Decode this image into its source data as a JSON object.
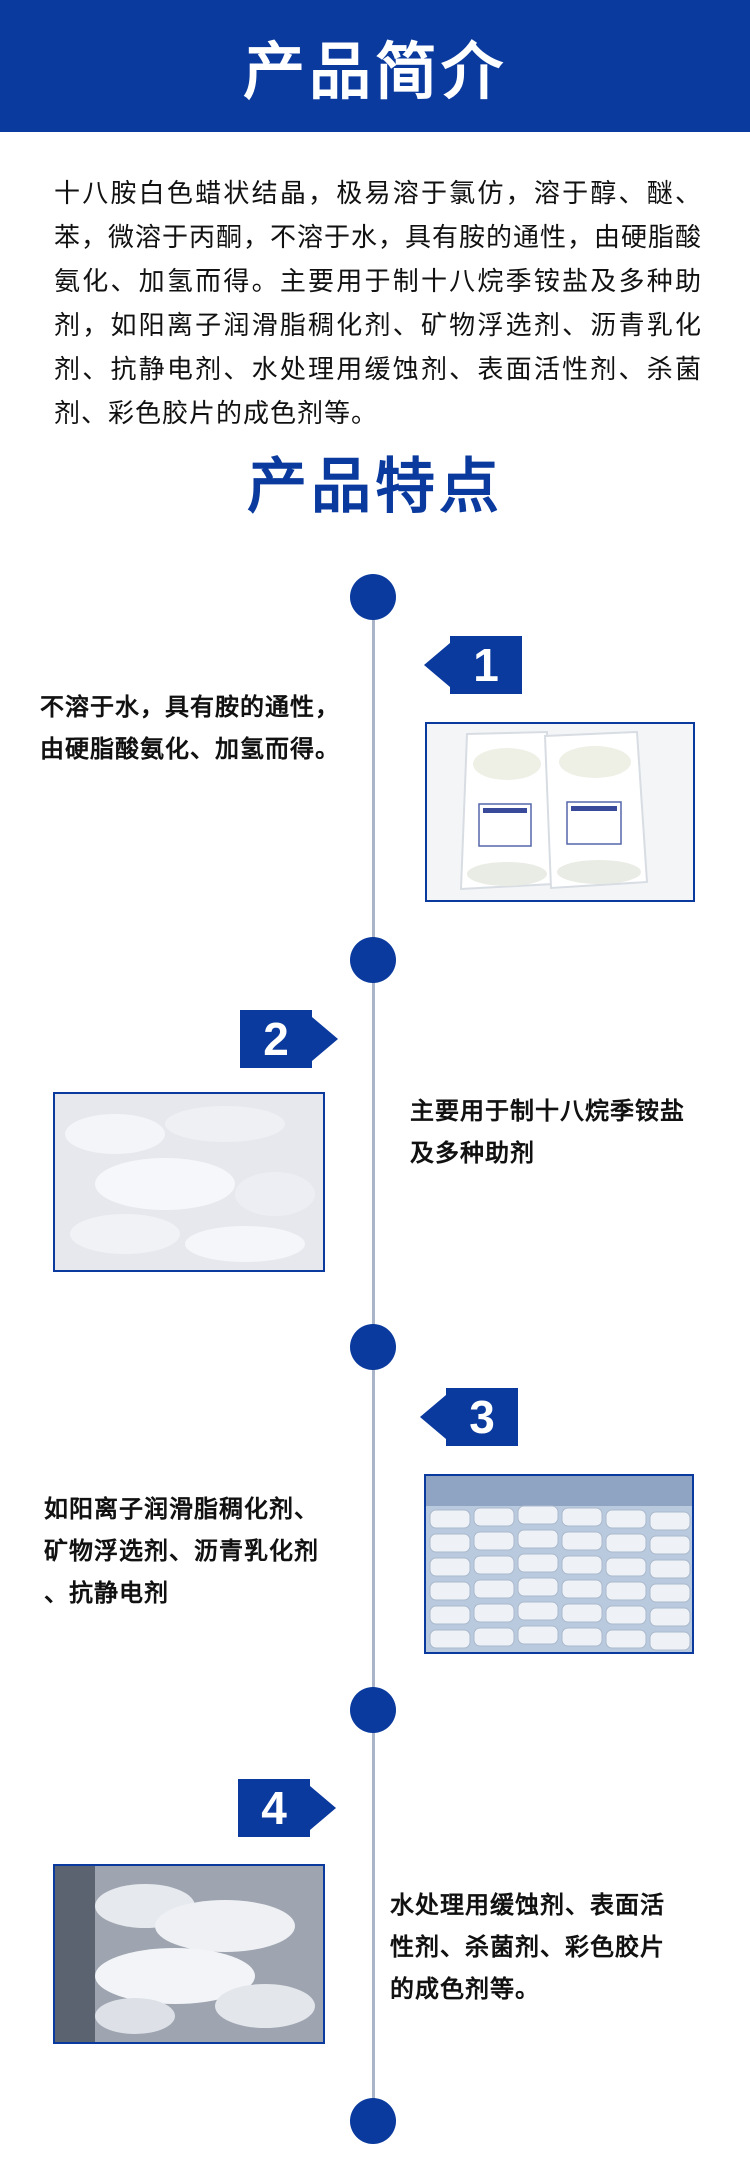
{
  "header": {
    "title": "产品简介"
  },
  "intro": {
    "text": "十八胺白色蜡状结晶，极易溶于氯仿，溶于醇、醚、苯，微溶于丙酮，不溶于水，具有胺的通性，由硬脂酸氨化、加氢而得。主要用于制十八烷季铵盐及多种助剂，如阳离子润滑脂稠化剂、矿物浮选剂、沥青乳化剂、抗静电剂、水处理用缓蚀剂、表面活性剂、杀菌剂、彩色胶片的成色剂等。"
  },
  "features": {
    "title": "产品特点",
    "items": [
      {
        "number": "1",
        "line1": "不溶于水，具有胺的通性，",
        "line2": "由硬脂酸氨化、加氢而得。",
        "line3": ""
      },
      {
        "number": "2",
        "line1": "主要用于制十八烷季铵盐",
        "line2": "及多种助剂",
        "line3": ""
      },
      {
        "number": "3",
        "line1": "如阳离子润滑脂稠化剂、",
        "line2": "矿物浮选剂、沥青乳化剂",
        "line3": "、抗静电剂"
      },
      {
        "number": "4",
        "line1": "水处理用缓蚀剂、表面活",
        "line2": "性剂、杀菌剂、彩色胶片",
        "line3": "的成色剂等。"
      }
    ]
  },
  "colors": {
    "brand_blue": "#0a3a9e",
    "timeline_gray": "#a9b4c9"
  }
}
